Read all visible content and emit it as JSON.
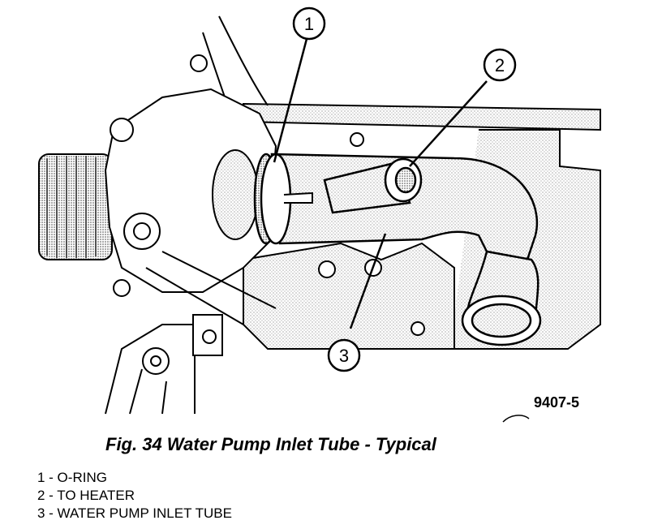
{
  "figure": {
    "id": "9407-5",
    "caption": "Fig. 34 Water Pump Inlet Tube - Typical"
  },
  "callouts": [
    {
      "num": "1"
    },
    {
      "num": "2"
    },
    {
      "num": "3"
    }
  ],
  "legend": [
    {
      "text": "1 - O-RING"
    },
    {
      "text": "2 - TO HEATER"
    },
    {
      "text": "3 - WATER PUMP INLET TUBE"
    }
  ]
}
